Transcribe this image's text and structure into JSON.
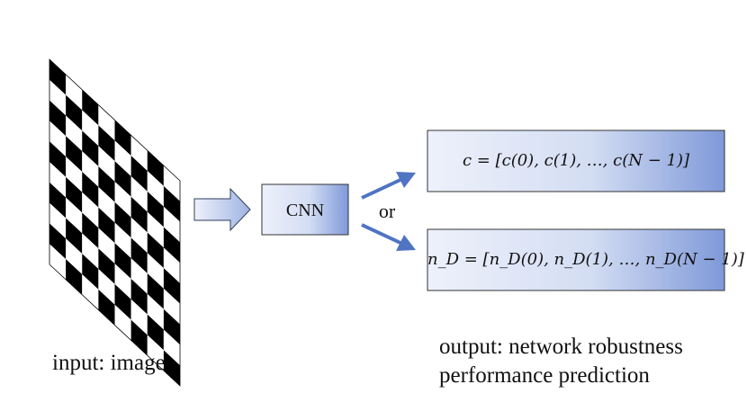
{
  "input_caption": "input: image",
  "cnn_label": "CNN",
  "or_label": "or",
  "output_c": "c = [c(0), c(1), …, c(N − 1)]",
  "output_nd": "n_D = [n_D(0), n_D(1), …, n_D(N − 1)]",
  "output_caption": {
    "line1": "output: network robustness",
    "line2": "performance prediction"
  },
  "colors": {
    "box_light": "#eef1fb",
    "box_dark": "#7f99d9",
    "arrow": "#4f74c2",
    "border": "#333333"
  },
  "checkerboard": {
    "rows": 10,
    "cols": 8
  }
}
